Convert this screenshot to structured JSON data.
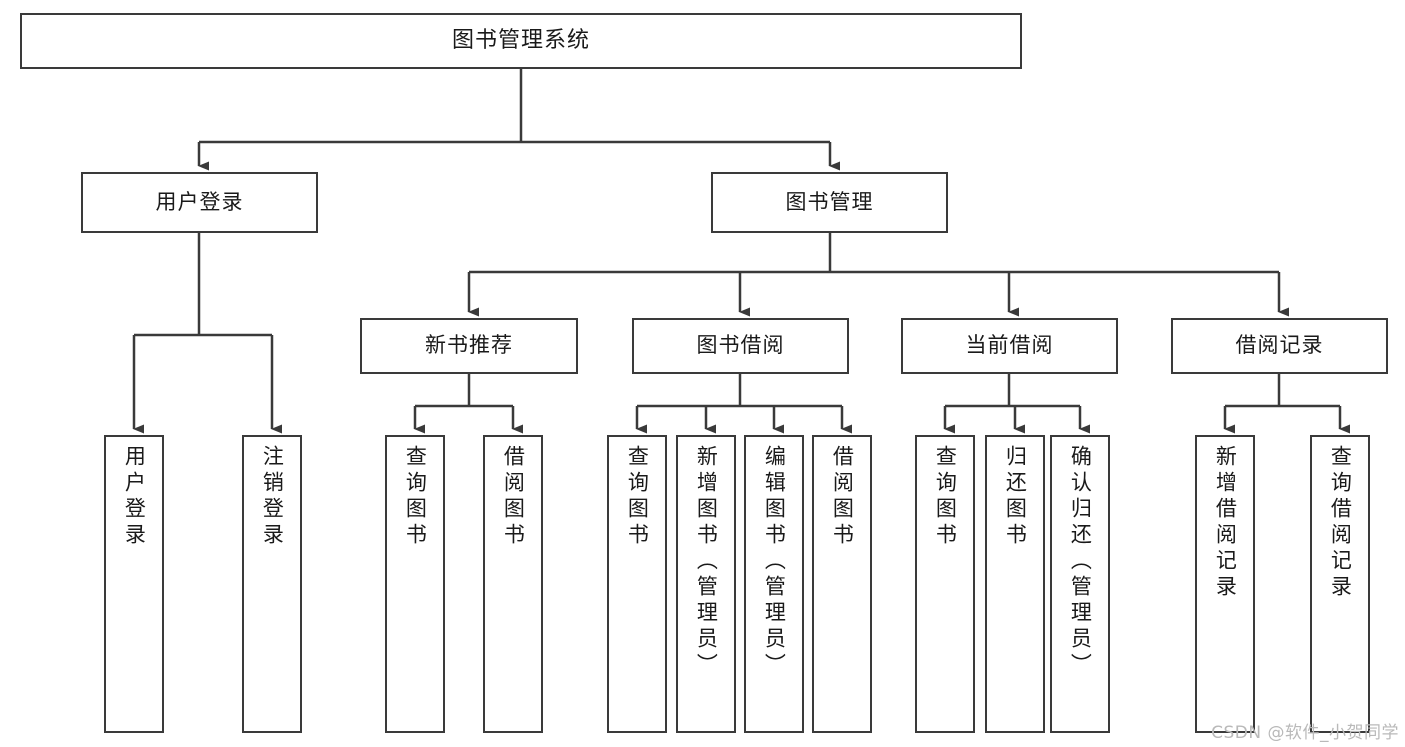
{
  "diagram": {
    "title": "图书管理系统",
    "watermark": "CSDN @软件_小贺同学",
    "line_color": "#3a3a3a",
    "box_fill": "#ffffff",
    "text_color": "#1a1a1a",
    "levels": {
      "root": {
        "label": "图书管理系统"
      },
      "level2": [
        {
          "label": "用户登录"
        },
        {
          "label": "图书管理"
        }
      ],
      "level3": [
        {
          "label": "新书推荐"
        },
        {
          "label": "图书借阅"
        },
        {
          "label": "当前借阅"
        },
        {
          "label": "借阅记录"
        }
      ],
      "leaves": {
        "user_login": [
          {
            "label": "用户登录"
          },
          {
            "label": "注销登录"
          }
        ],
        "new_book_recommend": [
          {
            "label": "查询图书"
          },
          {
            "label": "借阅图书"
          }
        ],
        "book_borrow": [
          {
            "label": "查询图书"
          },
          {
            "label": "新增图书（管理员）"
          },
          {
            "label": "编辑图书（管理员）"
          },
          {
            "label": "借阅图书"
          }
        ],
        "current_borrow": [
          {
            "label": "查询图书"
          },
          {
            "label": "归还图书"
          },
          {
            "label": "确认归还（管理员）"
          }
        ],
        "borrow_record": [
          {
            "label": "新增借阅记录"
          },
          {
            "label": "查询借阅记录"
          }
        ]
      }
    }
  }
}
